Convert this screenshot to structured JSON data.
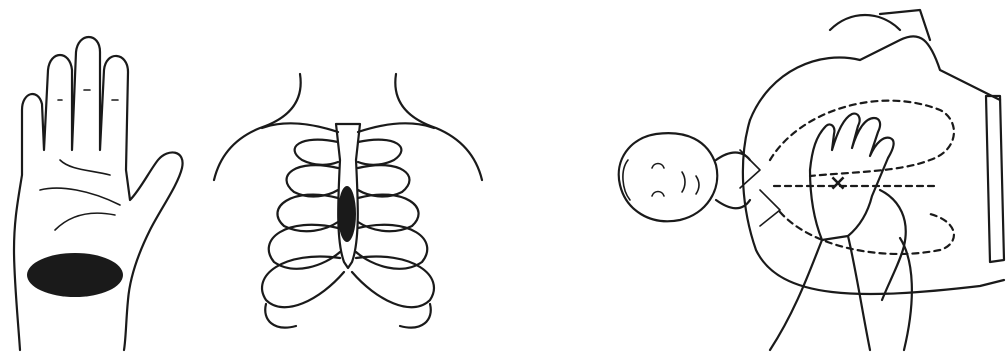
{
  "figures": [
    {
      "id": "hand",
      "icon": "palm-heel-icon"
    },
    {
      "id": "chest",
      "icon": "sternum-ribcage-icon"
    },
    {
      "id": "cpr",
      "icon": "cpr-hand-placement-icon"
    }
  ],
  "cpr": {
    "marker": "×"
  },
  "colors": {
    "ink": "#1a1a1a",
    "background": "#ffffff"
  }
}
